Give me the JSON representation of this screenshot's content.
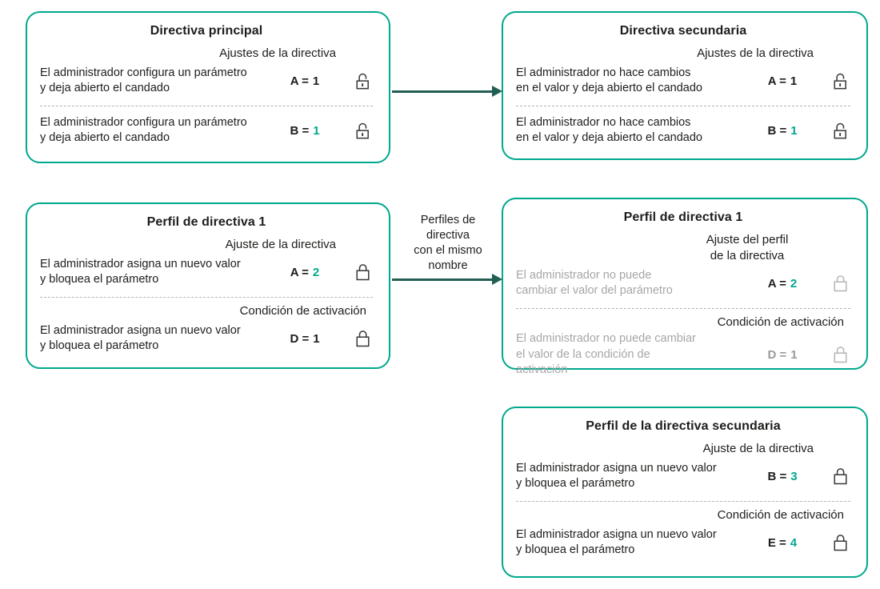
{
  "colors": {
    "box_border_teal": "#00a88e",
    "value_accent_teal": "#00a88e",
    "arrow_dark_teal": "#235e53",
    "text_black": "#1d1d1b",
    "muted_gray": "#a6a6a6"
  },
  "boxes": [
    {
      "title": "Directiva principal",
      "header1": "Ajustes de la directiva",
      "row1": {
        "text": "El administrador configura un parámetro\ny deja abierto el candado",
        "text_color": "black",
        "param": "A =",
        "param_color": "black",
        "value": "1",
        "value_color": "black",
        "lock": "open"
      },
      "row2": {
        "text": "El administrador configura un parámetro\ny deja abierto el candado",
        "text_color": "black",
        "param": "B =",
        "param_color": "black",
        "value": "1",
        "value_color": "teal",
        "lock": "open"
      }
    },
    {
      "title": "Directiva secundaria",
      "header1": "Ajustes de la directiva",
      "row1": {
        "text": "El administrador no hace cambios\nen el valor y deja abierto el candado",
        "text_color": "black",
        "param": "A =",
        "param_color": "black",
        "value": "1",
        "value_color": "black",
        "lock": "open"
      },
      "row2": {
        "text": "El administrador no hace cambios\nen el valor y deja abierto el candado",
        "text_color": "black",
        "param": "B =",
        "param_color": "black",
        "value": "1",
        "value_color": "teal",
        "lock": "open"
      }
    },
    {
      "title": "Perfil de directiva 1",
      "header1": "Ajuste de la directiva",
      "header2": "Condición de activación",
      "row1": {
        "text": "El administrador asigna un nuevo valor\ny bloquea el parámetro",
        "text_color": "black",
        "param": "A =",
        "param_color": "black",
        "value": "2",
        "value_color": "teal",
        "lock": "locked"
      },
      "row2": {
        "text": "El administrador asigna un nuevo valor\ny bloquea el parámetro",
        "text_color": "black",
        "param": "D =",
        "param_color": "black",
        "value": "1",
        "value_color": "black",
        "lock": "locked"
      }
    },
    {
      "title": "Perfil de directiva 1",
      "header1": "Ajuste del perfil\nde la directiva",
      "header2": "Condición de activación",
      "row1": {
        "text": "El administrador no puede\ncambiar el valor del parámetro",
        "text_color": "gray",
        "param": "A =",
        "param_color": "black",
        "value": "2",
        "value_color": "teal",
        "lock": "locked-gray"
      },
      "row2": {
        "text": "El administrador no puede cambiar\nel valor de la condición de\nactivación",
        "text_color": "gray",
        "param": "D =",
        "param_color": "gray",
        "value": "1",
        "value_color": "gray",
        "lock": "locked-gray"
      }
    },
    {
      "title": "Perfil de la directiva secundaria",
      "header1": "Ajuste de la directiva",
      "header2": "Condición de activación",
      "row1": {
        "text": "El administrador asigna un nuevo valor\ny bloquea el parámetro",
        "text_color": "black",
        "param": "B =",
        "param_color": "black",
        "value": "3",
        "value_color": "teal",
        "lock": "locked"
      },
      "row2": {
        "text": "El administrador asigna un nuevo valor\ny bloquea el parámetro",
        "text_color": "black",
        "param": "E =",
        "param_color": "black",
        "value": "4",
        "value_color": "teal",
        "lock": "locked"
      }
    }
  ],
  "connectors": [
    {
      "from": "Directiva principal",
      "to": "Directiva secundaria",
      "label": ""
    },
    {
      "from": "Perfil de directiva 1",
      "to": "Perfil de directiva 1",
      "label": "Perfiles de\ndirectiva\ncon el mismo\nnombre"
    }
  ]
}
